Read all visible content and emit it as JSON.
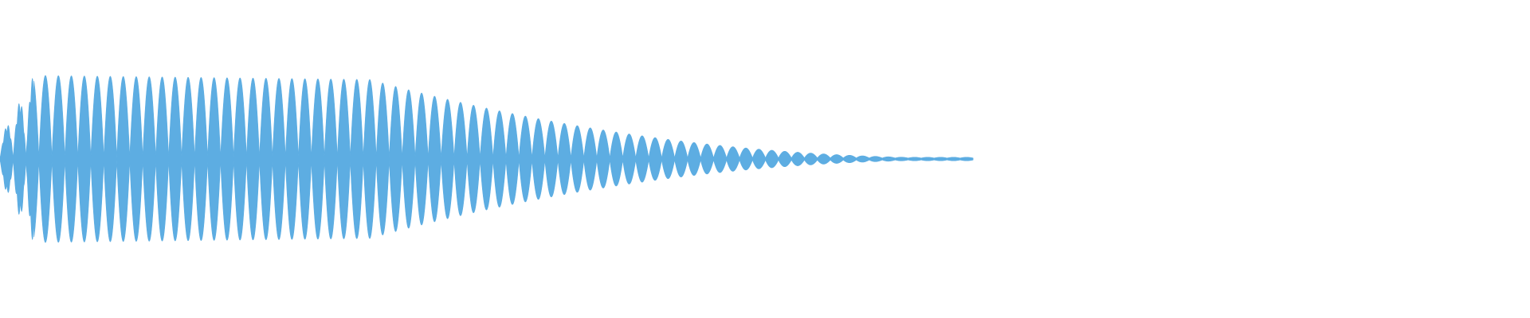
{
  "waveform": {
    "color": "#5dade2",
    "background": "#ffffff",
    "cycles": 75,
    "visible_fraction": 0.636,
    "peak_amplitude": 1.0,
    "envelope": "decay"
  }
}
